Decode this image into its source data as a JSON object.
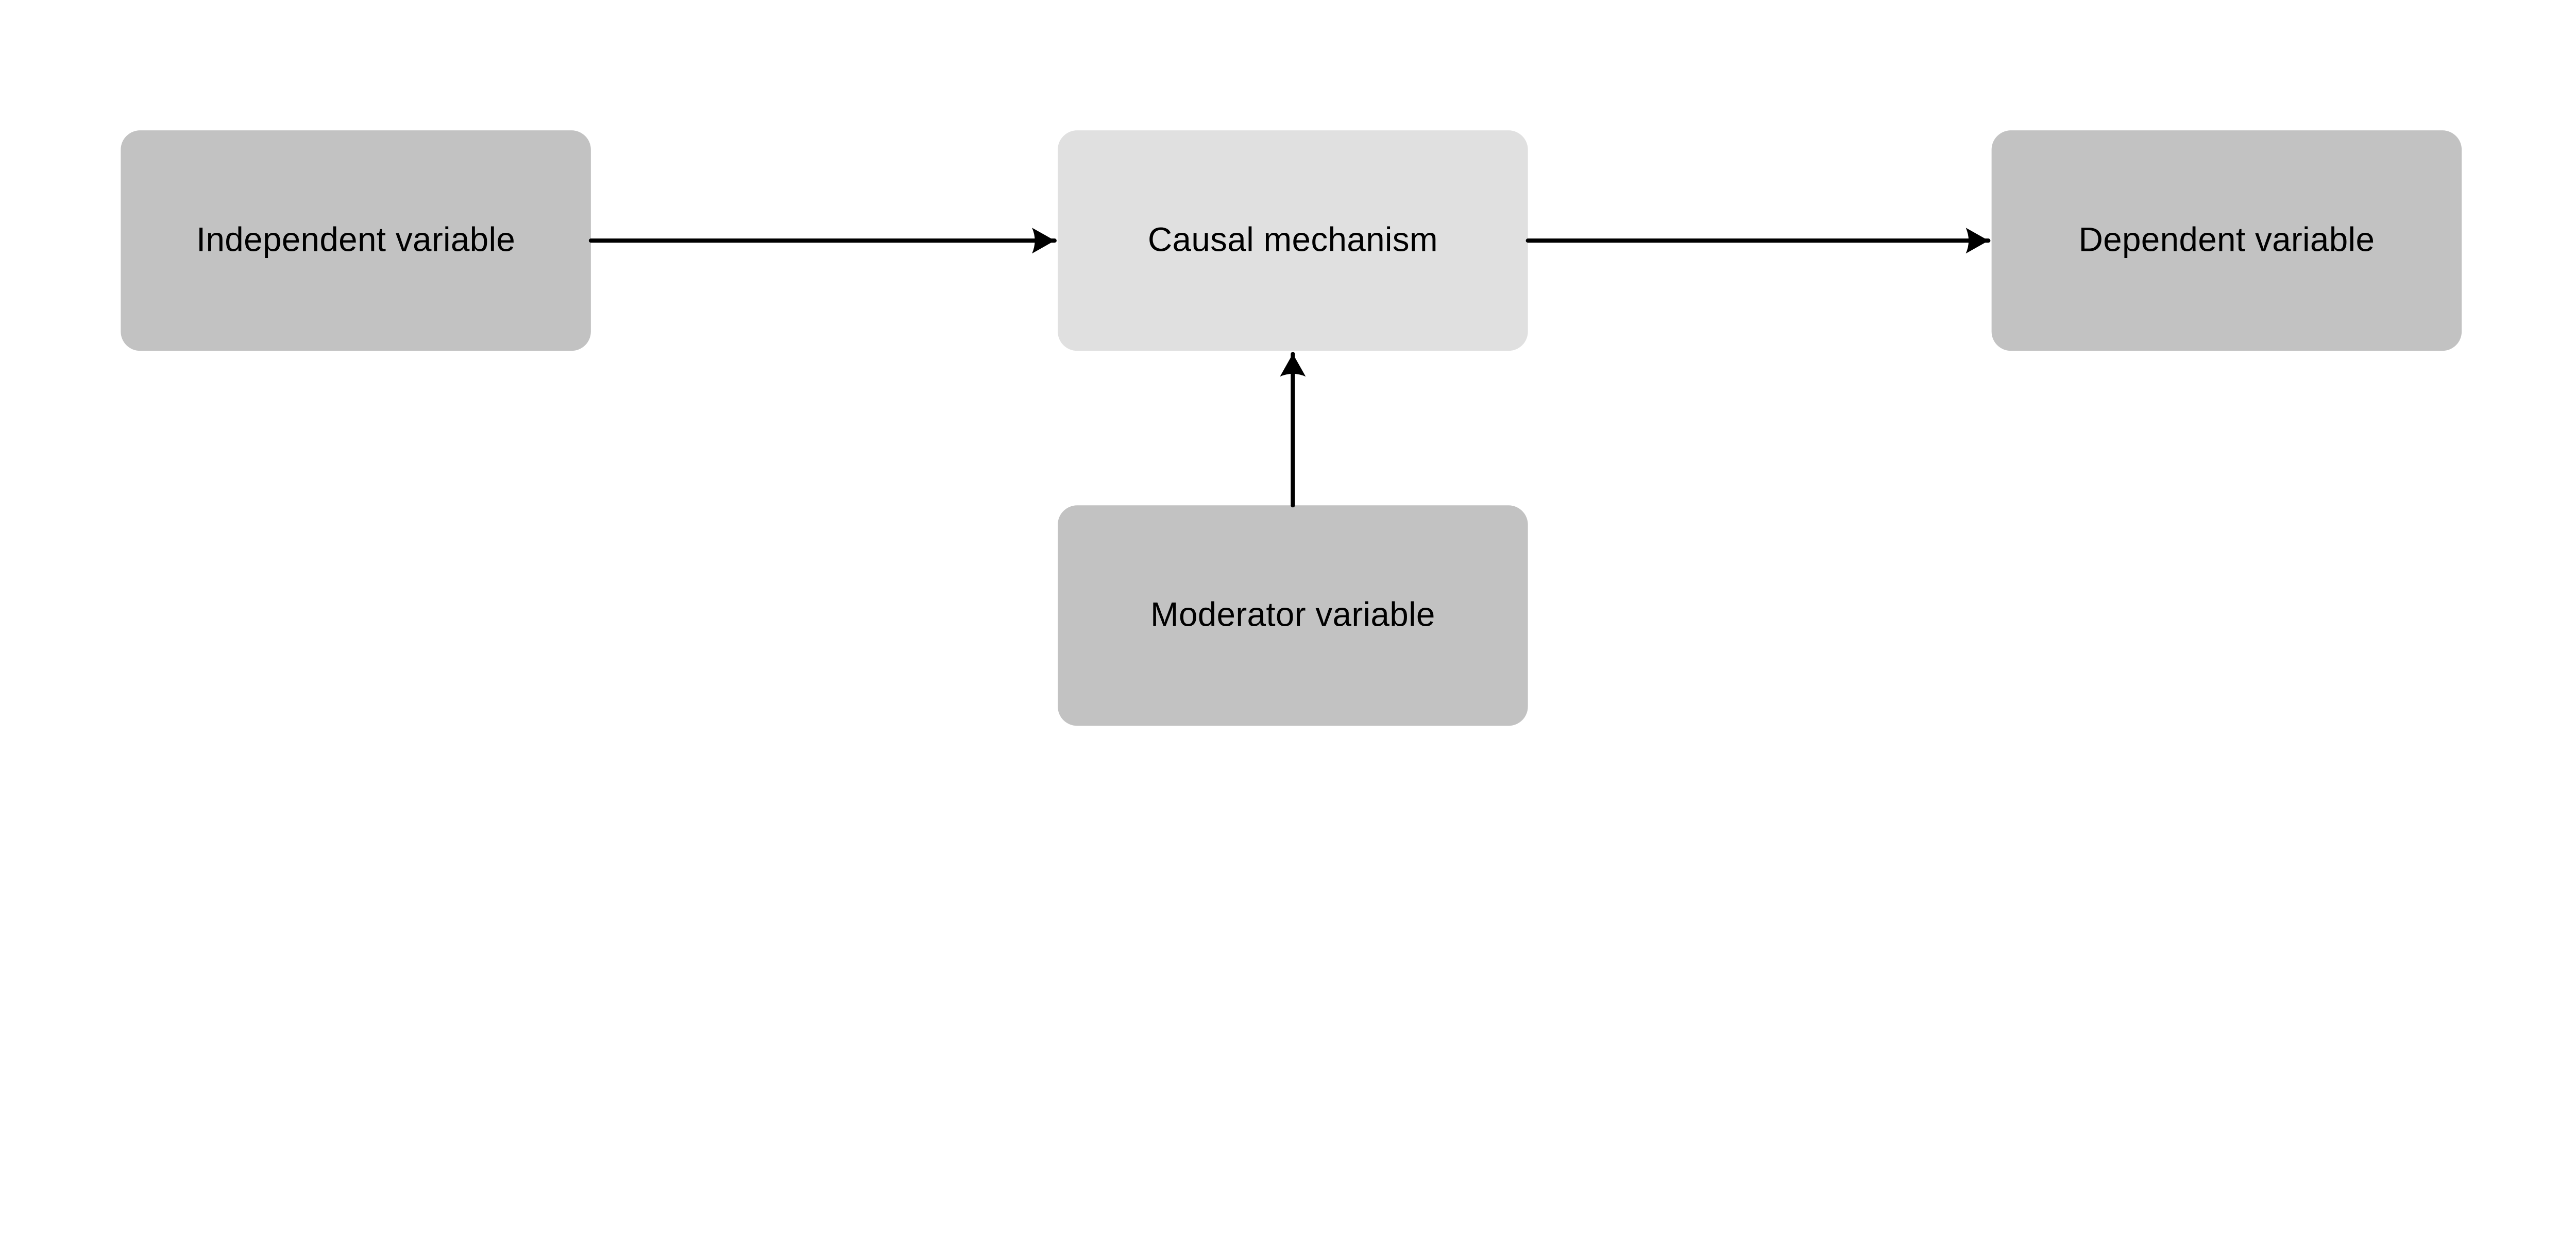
{
  "diagram": {
    "type": "flowchart",
    "background": "#ffffff",
    "nodes": [
      {
        "id": "independent",
        "label": "Independent variable",
        "fill": "#c2c2c2"
      },
      {
        "id": "mechanism",
        "label": "Causal mechanism",
        "fill": "#e0e0e0"
      },
      {
        "id": "dependent",
        "label": "Dependent variable",
        "fill": "#c2c2c2"
      },
      {
        "id": "moderator",
        "label": "Moderator variable",
        "fill": "#c2c2c2"
      }
    ],
    "edges": [
      {
        "from": "Independent variable",
        "to": "Causal mechanism",
        "direction": "right"
      },
      {
        "from": "Causal mechanism",
        "to": "Dependent variable",
        "direction": "right"
      },
      {
        "from": "Moderator variable",
        "to": "Causal mechanism",
        "direction": "up"
      }
    ],
    "colors": {
      "arrow": "#000000",
      "text": "#000000",
      "node_fill": "#c2c2c2",
      "mechanism_fill": "#e0e0e0",
      "background": "#ffffff"
    }
  }
}
